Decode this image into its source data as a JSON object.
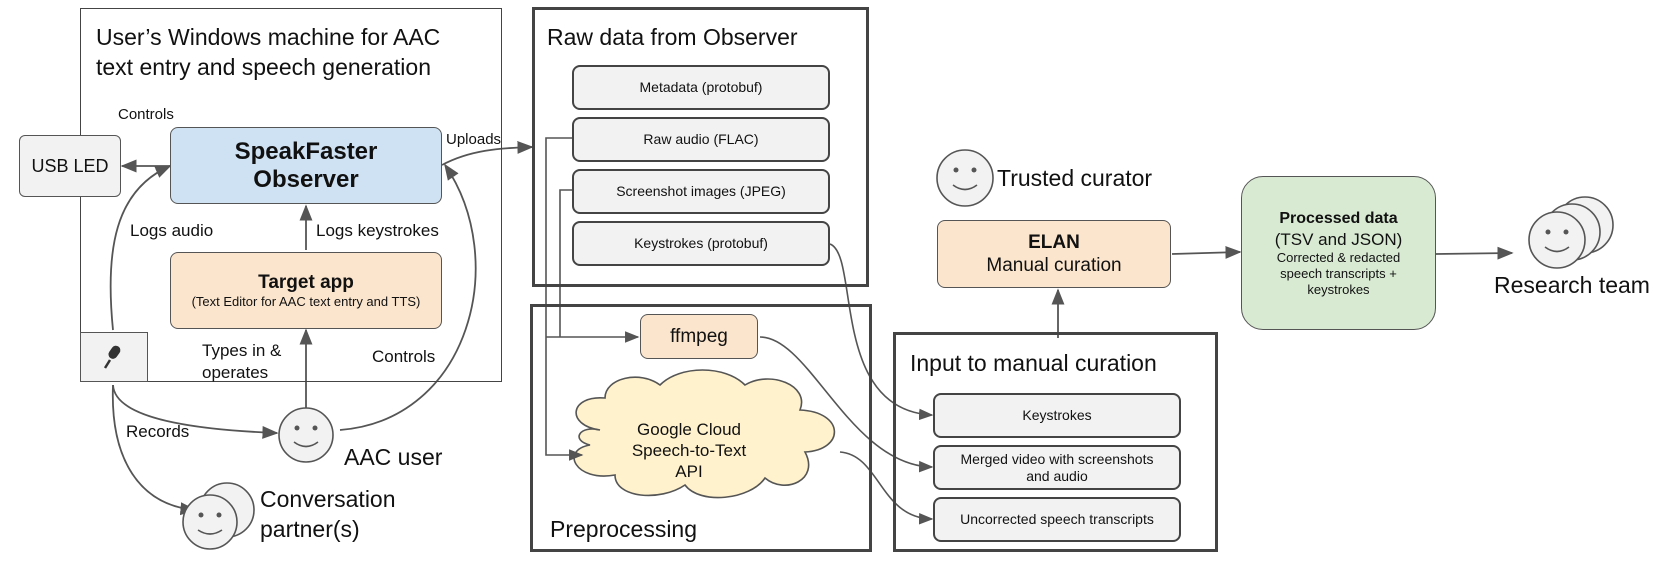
{
  "user_machine": {
    "title_line1": "User’s Windows machine for AAC",
    "title_line2": "text entry and speech generation",
    "usb_led": "USB LED",
    "controls_top": "Controls",
    "observer_line1": "SpeakFaster",
    "observer_line2": "Observer",
    "logs_audio": "Logs audio",
    "logs_keystrokes": "Logs keystrokes",
    "target_app_title": "Target app",
    "target_app_desc": "(Text Editor for AAC text entry and TTS)",
    "types_in_line1": "Types in &",
    "types_in_line2": "operates",
    "controls_bottom": "Controls",
    "microphone_icon": "microphone-icon"
  },
  "actors": {
    "records": "Records",
    "aac_user": "AAC user",
    "partner_line1": "Conversation",
    "partner_line2": "partner(s)",
    "trusted_curator": "Trusted curator",
    "research_team": "Research team"
  },
  "uploads": "Uploads",
  "raw_data": {
    "title": "Raw data from Observer",
    "items": [
      "Metadata (protobuf)",
      "Raw audio (FLAC)",
      "Screenshot images (JPEG)",
      "Keystrokes (protobuf)"
    ]
  },
  "preprocessing": {
    "title": "Preprocessing",
    "ffmpeg": "ffmpeg",
    "speech_line1": "Google Cloud",
    "speech_line2": "Speech-to-Text",
    "speech_line3": "API"
  },
  "curation_input": {
    "title": "Input to manual curation",
    "items": [
      "Keystrokes",
      "Merged video with screenshots and audio",
      "Uncorrected speech transcripts"
    ]
  },
  "elan": {
    "title": "ELAN",
    "subtitle": "Manual curation"
  },
  "processed": {
    "title": "Processed data",
    "subtitle": "(TSV and JSON)",
    "desc": "Corrected & redacted speech transcripts + keystrokes"
  },
  "colors": {
    "observer_fill": "#cfe2f3",
    "app_fill": "#fce5cd",
    "processed_fill": "#d9ead3",
    "cloud_fill": "#fff2cc",
    "item_fill": "#f2f2f2"
  }
}
